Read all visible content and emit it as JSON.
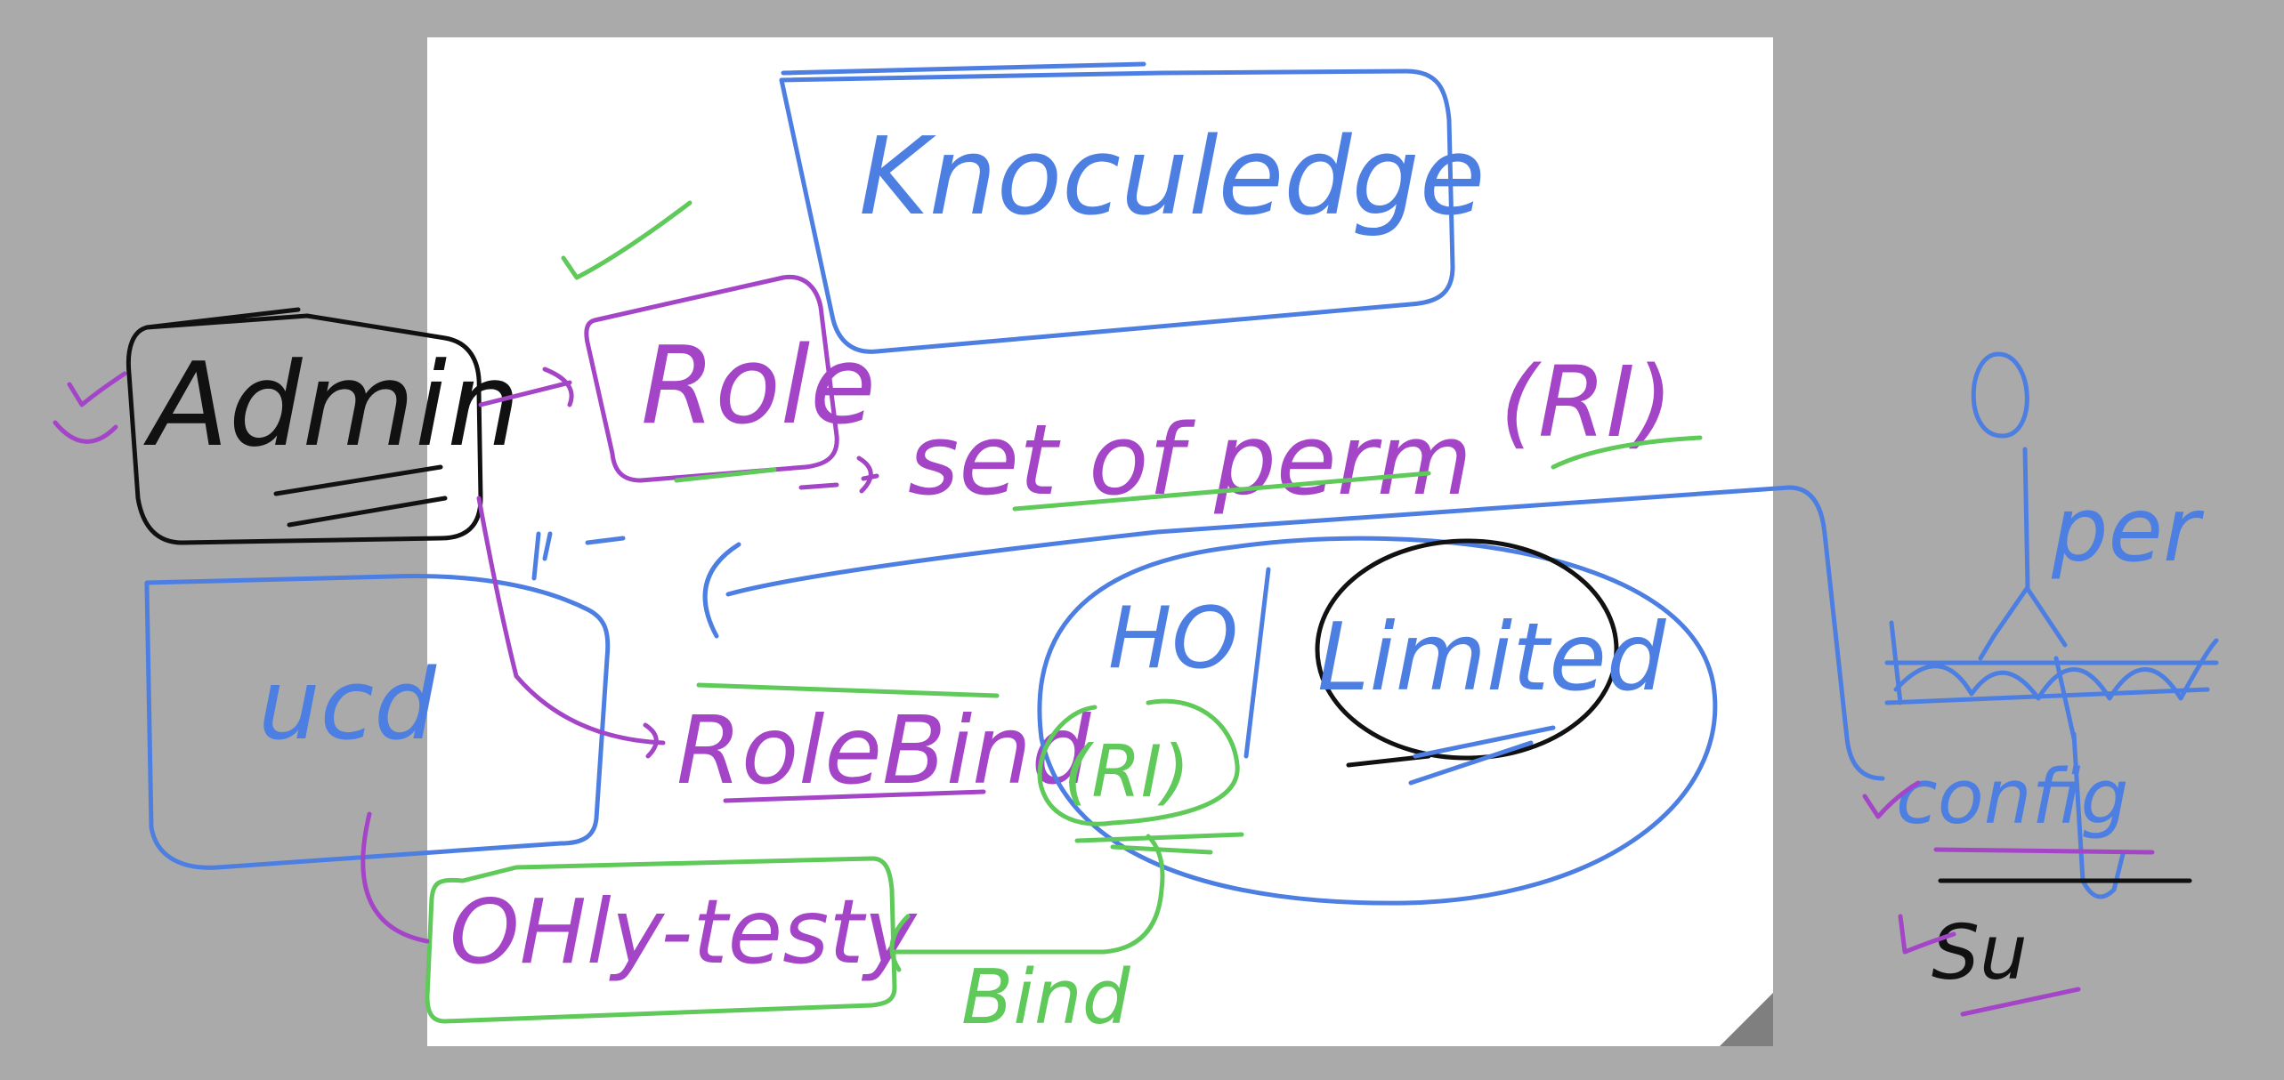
{
  "colors": {
    "canvas_bg": "#aaaaaa",
    "paper": "#ffffff",
    "blue": "#4d7fe3",
    "purple": "#a445c8",
    "green": "#5fc95a",
    "black": "#111111"
  },
  "labels": {
    "knowledge": "Knoculedge",
    "admin": "Admin",
    "role": "Role",
    "set_of_perm": "set of perm",
    "ri_top": "(RI)",
    "ucd": "ucd",
    "role_bind": "RoleBind",
    "ho": "HO",
    "limited": "Limited",
    "ri_mid": "(RI)",
    "only_testy": "OHly-testy",
    "bind": "Bind",
    "per": "per",
    "config": "config",
    "su": "Su",
    "o": "O"
  }
}
